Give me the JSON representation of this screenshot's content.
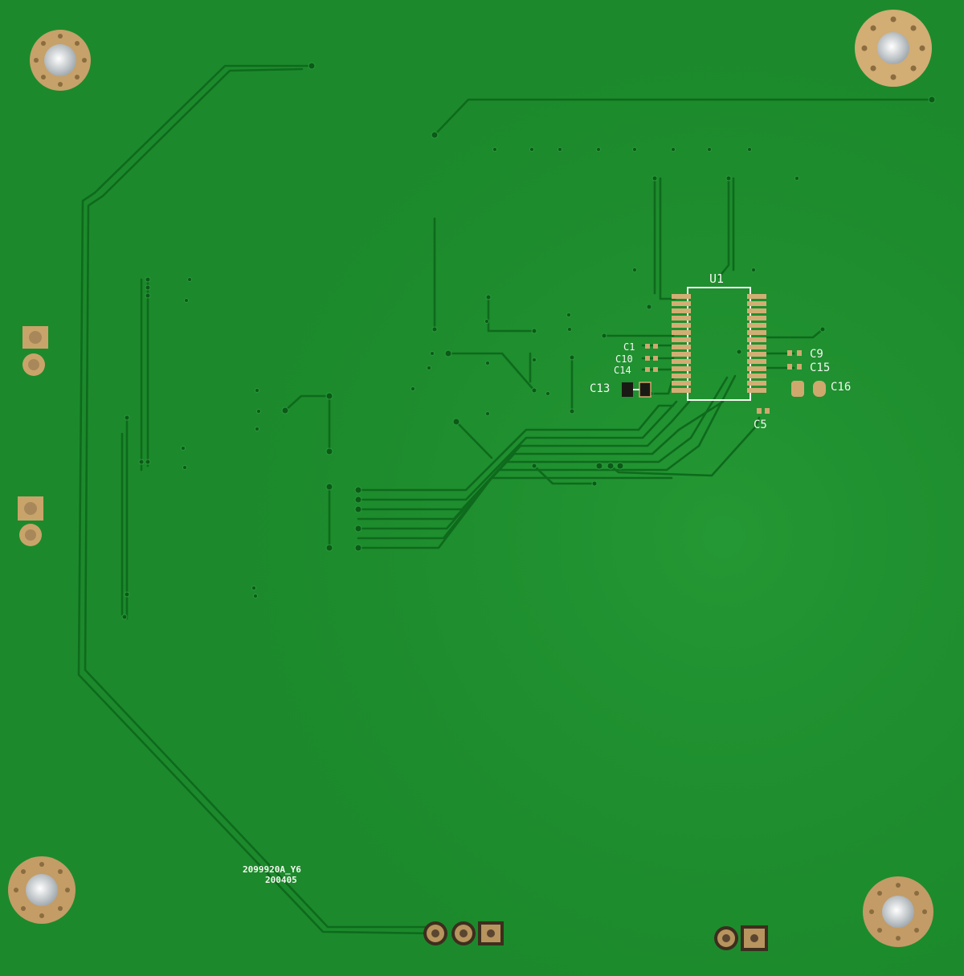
{
  "board": {
    "colors": {
      "solder_mask": "#1c8a2c",
      "trace": "#0e6a1c",
      "copper_pad": "#c9a46a",
      "silkscreen": "#f4f6f0"
    },
    "designators": {
      "u1": "U1",
      "c1": "C1",
      "c10": "C10",
      "c14": "C14",
      "c13": "C13",
      "c9": "C9",
      "c15": "C15",
      "c16": "C16",
      "c5": "C5"
    },
    "part_code": "2099920A_Y6",
    "date_code": "200405",
    "mounting_holes": [
      "top-left",
      "top-right",
      "bottom-left",
      "bottom-right"
    ]
  }
}
